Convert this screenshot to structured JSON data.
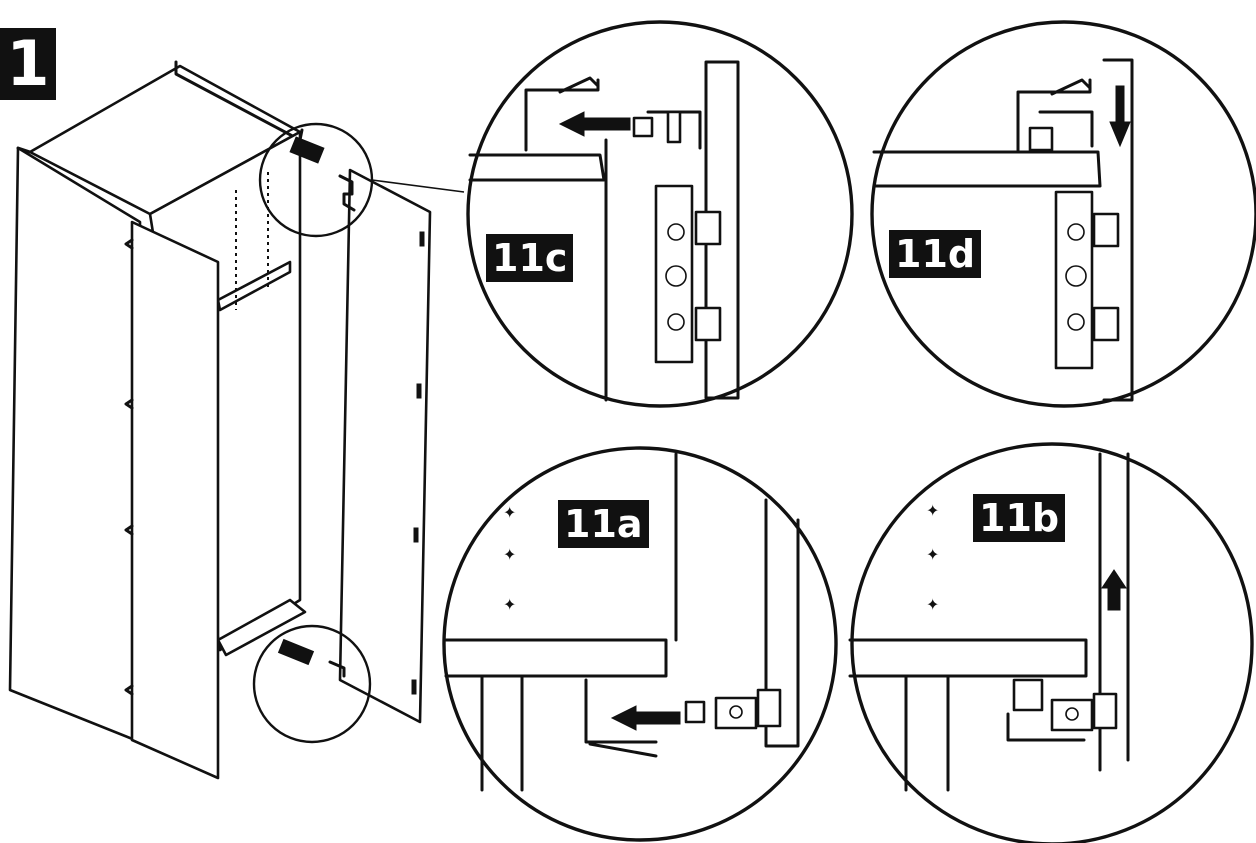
{
  "step": {
    "number": "1"
  },
  "details": [
    {
      "id": "11c",
      "label": "11c"
    },
    {
      "id": "11d",
      "label": "11d"
    },
    {
      "id": "11a",
      "label": "11a"
    },
    {
      "id": "11b",
      "label": "11b"
    }
  ],
  "icons": [
    "cabinet-illustration",
    "hinge-detail-icon",
    "arrow-left-icon",
    "arrow-down-icon",
    "arrow-up-icon",
    "mounting-plate-icon"
  ]
}
